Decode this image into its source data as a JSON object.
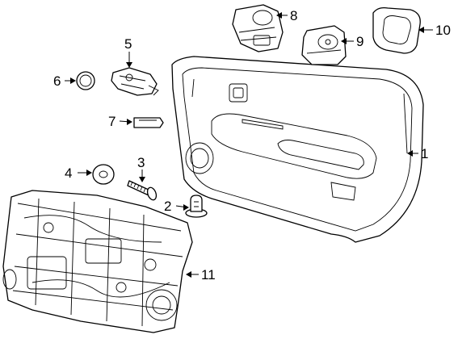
{
  "diagram": {
    "callouts": [
      {
        "id": "1",
        "label": "1",
        "part": "door-trim-panel"
      },
      {
        "id": "2",
        "label": "2",
        "part": "push-clip"
      },
      {
        "id": "3",
        "label": "3",
        "part": "screw"
      },
      {
        "id": "4",
        "label": "4",
        "part": "washer-plug"
      },
      {
        "id": "5",
        "label": "5",
        "part": "lock-actuator"
      },
      {
        "id": "6",
        "label": "6",
        "part": "grommet-plug"
      },
      {
        "id": "7",
        "label": "7",
        "part": "trim-clip"
      },
      {
        "id": "8",
        "label": "8",
        "part": "window-switch"
      },
      {
        "id": "9",
        "label": "9",
        "part": "mirror-switch"
      },
      {
        "id": "10",
        "label": "10",
        "part": "switch-bezel"
      },
      {
        "id": "11",
        "label": "11",
        "part": "door-module-carrier"
      }
    ]
  }
}
